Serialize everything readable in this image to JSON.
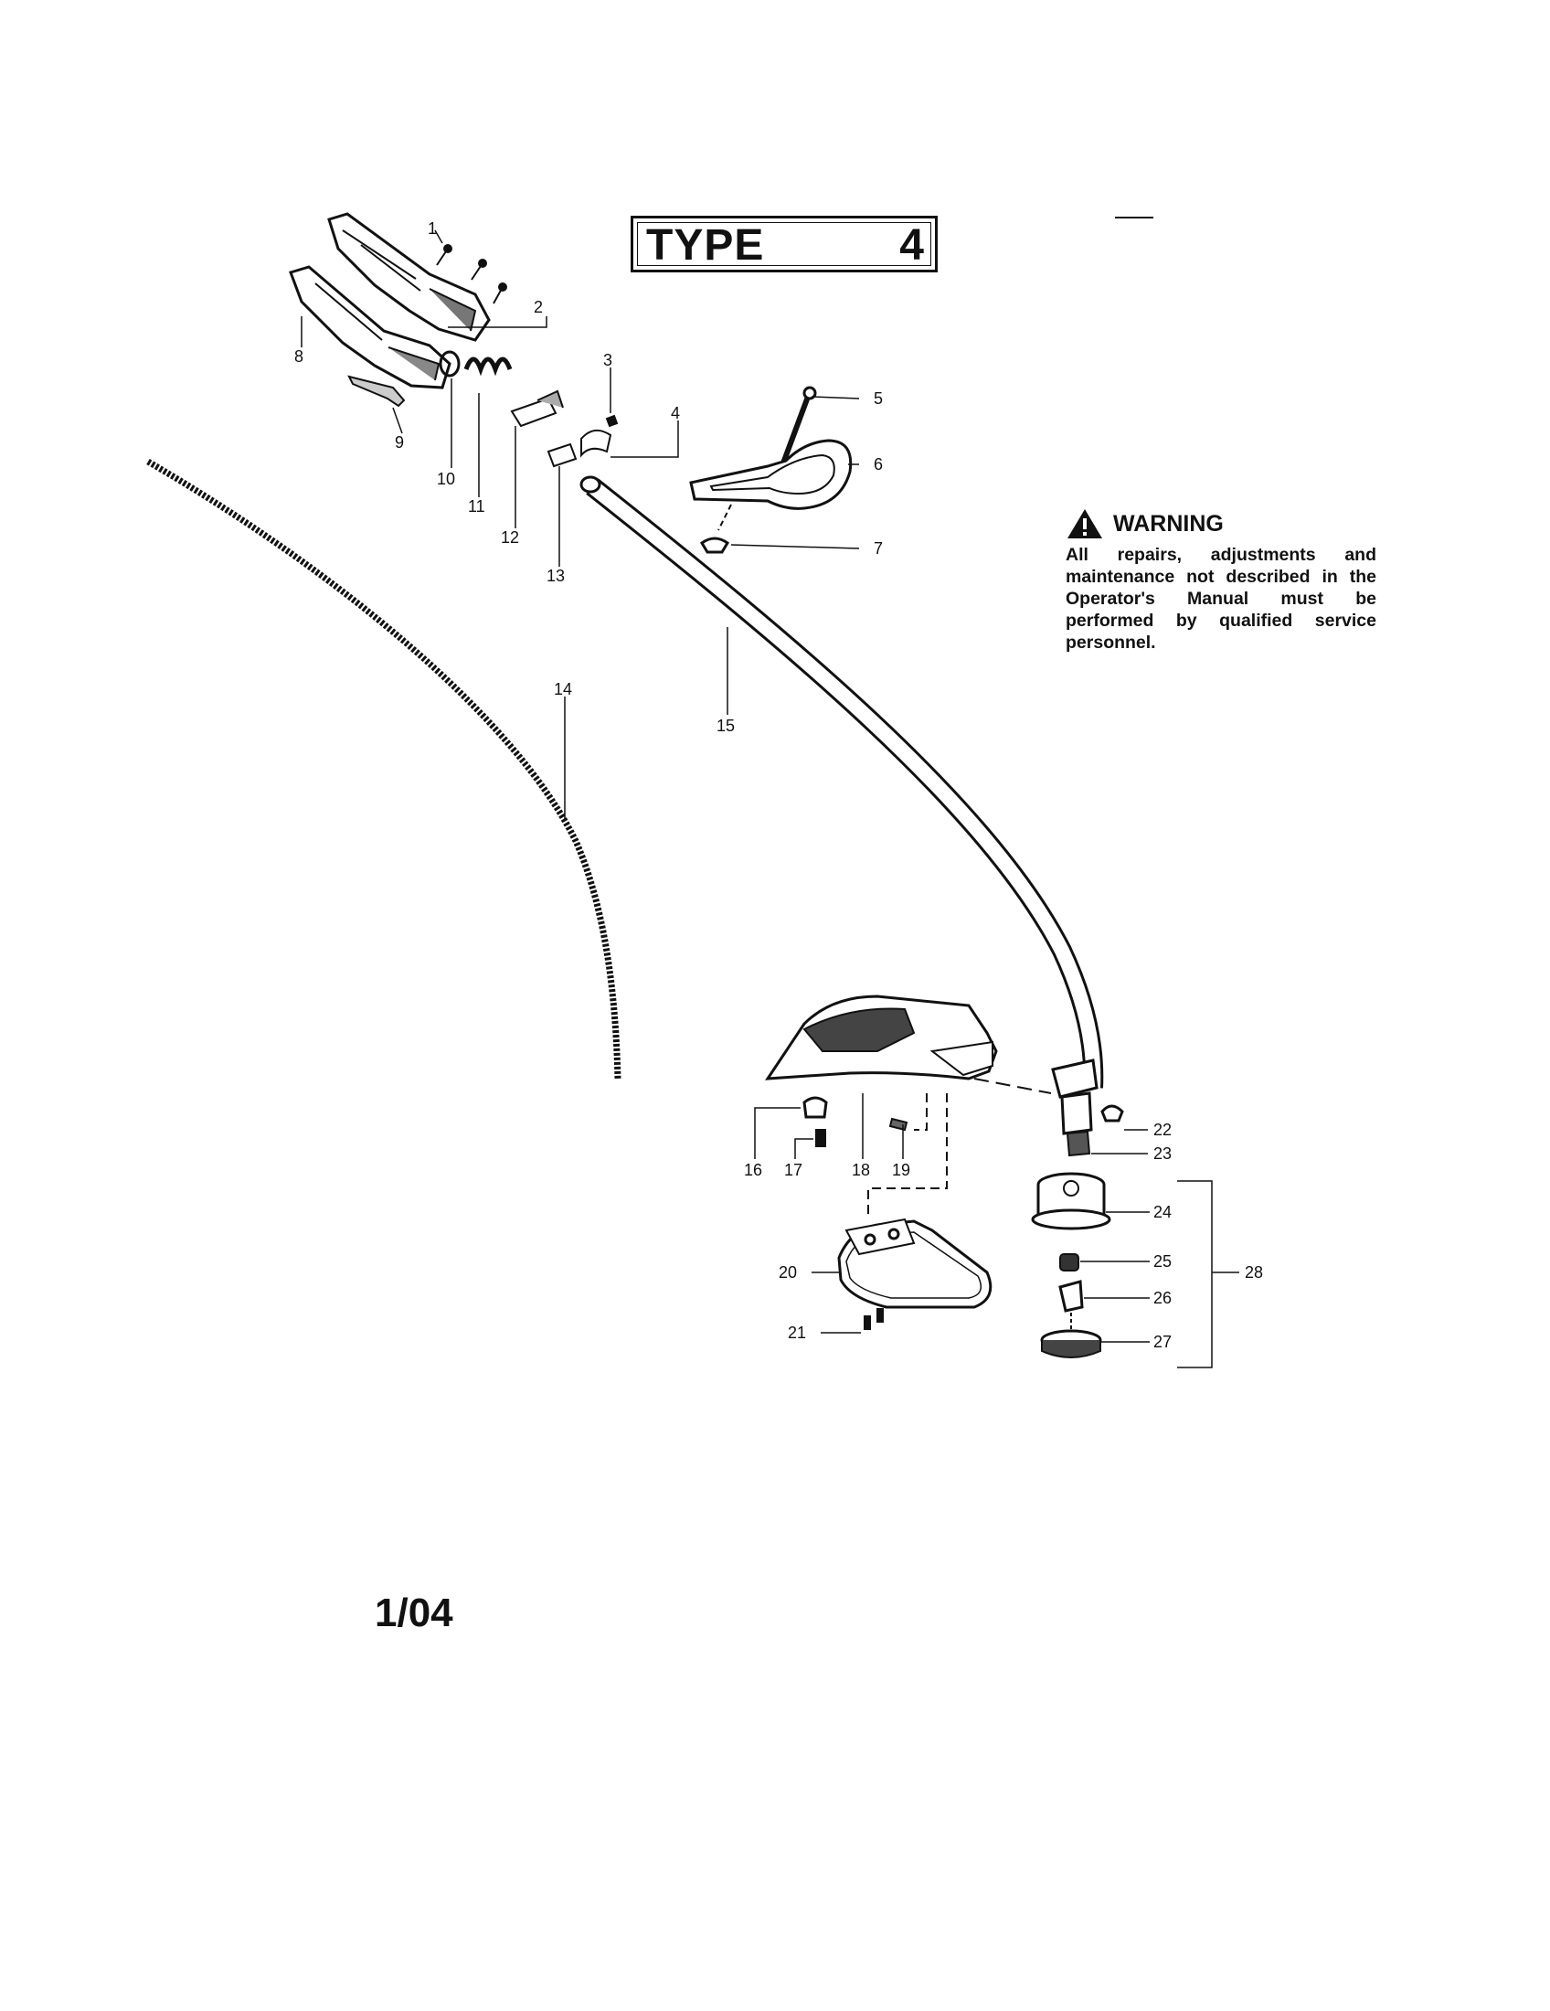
{
  "type_box": {
    "label": "TYPE",
    "number": "4"
  },
  "warning": {
    "title": "WARNING",
    "text": "All repairs, adjustments and maintenance not described in the Operator's Manual must be performed by qualified service personnel."
  },
  "date_code": "1/04",
  "callouts": [
    "1",
    "2",
    "3",
    "4",
    "5",
    "6",
    "7",
    "8",
    "9",
    "10",
    "11",
    "12",
    "13",
    "14",
    "15",
    "16",
    "17",
    "18",
    "19",
    "20",
    "21",
    "22",
    "23",
    "24",
    "25",
    "26",
    "27",
    "28"
  ],
  "colors": {
    "ink": "#111111",
    "paper": "#ffffff",
    "shade": "#9a9a9a"
  }
}
